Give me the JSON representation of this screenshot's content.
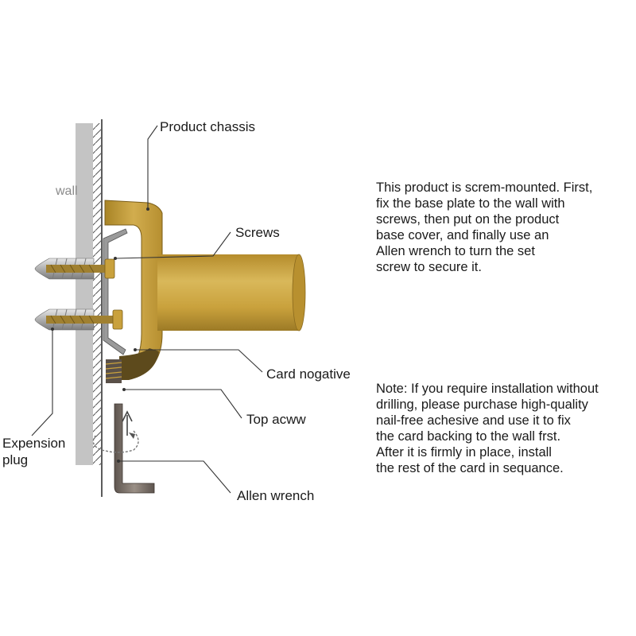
{
  "labels": {
    "wall": "wall",
    "product_chassis": "Product chassis",
    "screws": "Screws",
    "card_negative": "Card nogative",
    "top_screw": "Top acww",
    "expansion_plug_line1": "Expension",
    "expansion_plug_line2": "plug",
    "allen_wrench": "Allen wrench"
  },
  "description": {
    "lines": [
      "This product is screm-mounted. First,",
      "fix the base plate to the wall with",
      "screws, then put on the product",
      "base cover, and finally use an",
      "Allen wrench to turn the set",
      "screw to secure it."
    ]
  },
  "note": {
    "lines": [
      "Note: If you require installation without",
      "drilling, please purchase high-quality",
      "nail-free achesive and use it to fix",
      "the card backing to the wall frst.",
      "After it is firmly in place, install",
      "the rest of the card in sequance."
    ]
  },
  "colors": {
    "brass": "#c9a13c",
    "brass_dark": "#8a6a1e",
    "wall_fill": "#c4c4c4",
    "plug_silver": "#b8b8b8",
    "wrench_gray": "#7a6e66"
  }
}
